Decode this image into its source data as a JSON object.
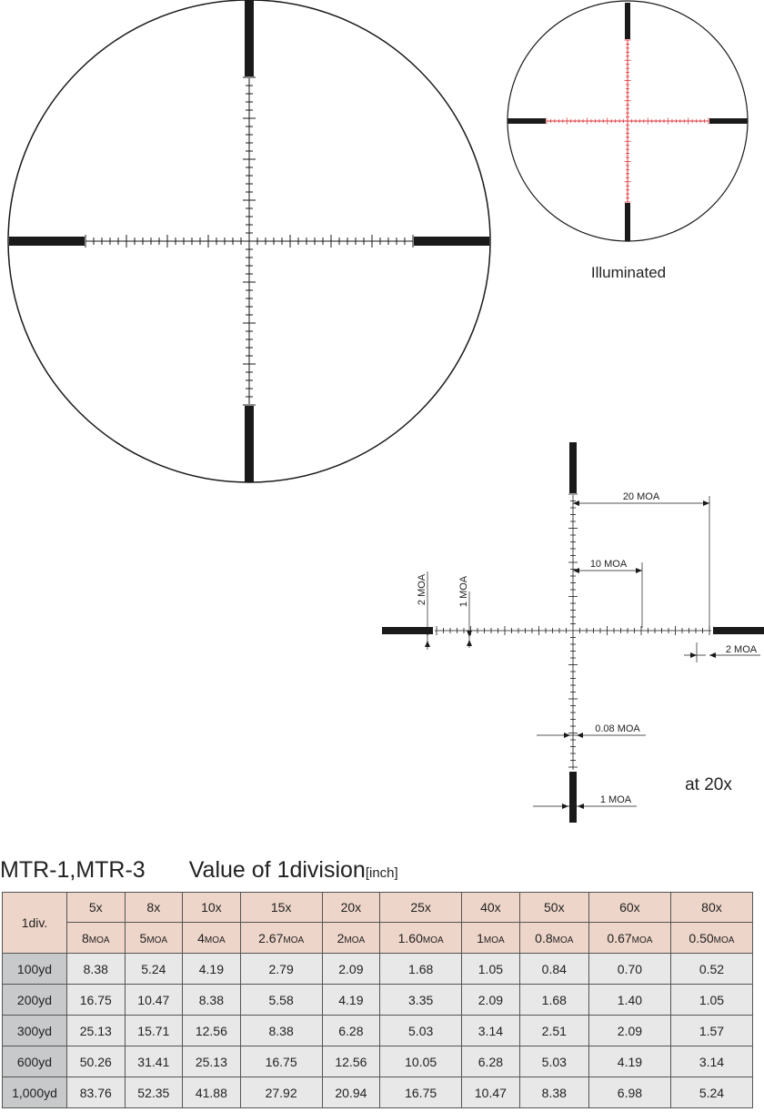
{
  "labels": {
    "illuminated": "Illuminated",
    "at_zoom": "at 20x",
    "dim_20moa": "20 MOA",
    "dim_10moa": "10 MOA",
    "dim_2moa_left": "2 MOA",
    "dim_1moa_left": "1 MOA",
    "dim_2moa_right": "2 MOA",
    "dim_008moa": "0.08 MOA",
    "dim_1moa_bottom": "1 MOA"
  },
  "caption": {
    "model": "MTR-1,MTR-3",
    "title": "Value of 1division",
    "unit": "[inch]"
  },
  "table": {
    "corner": "1div.",
    "magnifications": [
      "5x",
      "8x",
      "10x",
      "15x",
      "20x",
      "25x",
      "40x",
      "50x",
      "60x",
      "80x"
    ],
    "moa_values": [
      "8",
      "5",
      "4",
      "2.67",
      "2",
      "1.60",
      "1",
      "0.8",
      "0.67",
      "0.50"
    ],
    "moa_unit": "MOA",
    "rows": [
      {
        "label": "100yd",
        "values": [
          "8.38",
          "5.24",
          "4.19",
          "2.79",
          "2.09",
          "1.68",
          "1.05",
          "0.84",
          "0.70",
          "0.52"
        ]
      },
      {
        "label": "200yd",
        "values": [
          "16.75",
          "10.47",
          "8.38",
          "5.58",
          "4.19",
          "3.35",
          "2.09",
          "1.68",
          "1.40",
          "1.05"
        ]
      },
      {
        "label": "300yd",
        "values": [
          "25.13",
          "15.71",
          "12.56",
          "8.38",
          "6.28",
          "5.03",
          "3.14",
          "2.51",
          "2.09",
          "1.57"
        ]
      },
      {
        "label": "600yd",
        "values": [
          "50.26",
          "31.41",
          "25.13",
          "16.75",
          "12.56",
          "10.05",
          "6.28",
          "5.03",
          "4.19",
          "3.14"
        ]
      },
      {
        "label": "1,000yd",
        "values": [
          "83.76",
          "52.35",
          "41.88",
          "27.92",
          "20.94",
          "16.75",
          "10.47",
          "8.38",
          "6.98",
          "5.24"
        ]
      }
    ]
  },
  "colors": {
    "reticle": "#1a1a1a",
    "illumination": "#e0353a",
    "header_bg": "#eed5c9",
    "row_label_bg": "#c8c9ca",
    "cell_bg": "#e8e8e8"
  }
}
